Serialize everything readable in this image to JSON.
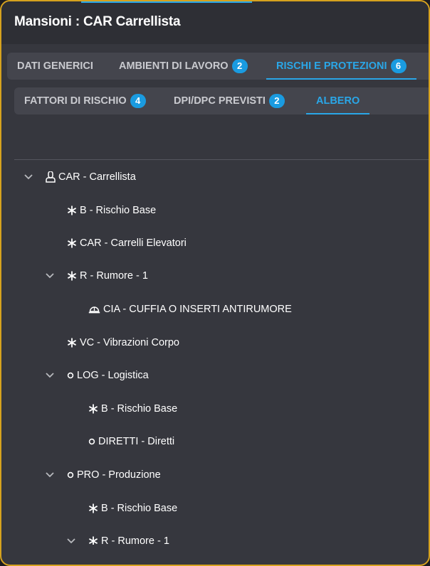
{
  "title": "Mansioni : CAR Carrellista",
  "tabs": [
    {
      "label": "DATI GENERICI",
      "badge": ""
    },
    {
      "label": "AMBIENTI DI LAVORO",
      "badge": "2"
    },
    {
      "label": "RISCHI E PROTEZIONI",
      "badge": "6",
      "active": true
    }
  ],
  "subtabs": [
    {
      "label": "FATTORI DI RISCHIO",
      "badge": "4"
    },
    {
      "label": "DPI/DPC PREVISTI",
      "badge": "2"
    },
    {
      "label": "ALBERO",
      "badge": "",
      "active": true
    }
  ],
  "tree": [
    {
      "label": "CAR - Carrellista",
      "icon": "worker-icon",
      "level": 0,
      "expanded": true
    },
    {
      "label": "B - Rischio Base",
      "icon": "asterisk-icon",
      "level": 1
    },
    {
      "label": "CAR - Carrelli Elevatori",
      "icon": "asterisk-icon",
      "level": 1
    },
    {
      "label": "R - Rumore - 1",
      "icon": "asterisk-icon",
      "level": 1,
      "expanded": true
    },
    {
      "label": "CIA - CUFFIA O INSERTI ANTIRUMORE",
      "icon": "hard-hat-icon",
      "level": 2
    },
    {
      "label": "VC - Vibrazioni Corpo",
      "icon": "asterisk-icon",
      "level": 1
    },
    {
      "label": "LOG - Logistica",
      "icon": "circle-icon",
      "level": 1,
      "expanded": true
    },
    {
      "label": "B - Rischio Base",
      "icon": "asterisk-icon",
      "level": 2
    },
    {
      "label": "DIRETTI - Diretti",
      "icon": "circle-icon",
      "level": 2
    },
    {
      "label": "PRO - Produzione",
      "icon": "circle-icon",
      "level": 1,
      "expanded": true
    },
    {
      "label": "B - Rischio Base",
      "icon": "asterisk-icon",
      "level": 2
    },
    {
      "label": "R - Rumore - 1",
      "icon": "asterisk-icon",
      "level": 2,
      "expanded": true
    }
  ],
  "colors": {
    "accent": "#2aa7e8",
    "badge": "#1a9be0",
    "border": "#d6a21e"
  }
}
